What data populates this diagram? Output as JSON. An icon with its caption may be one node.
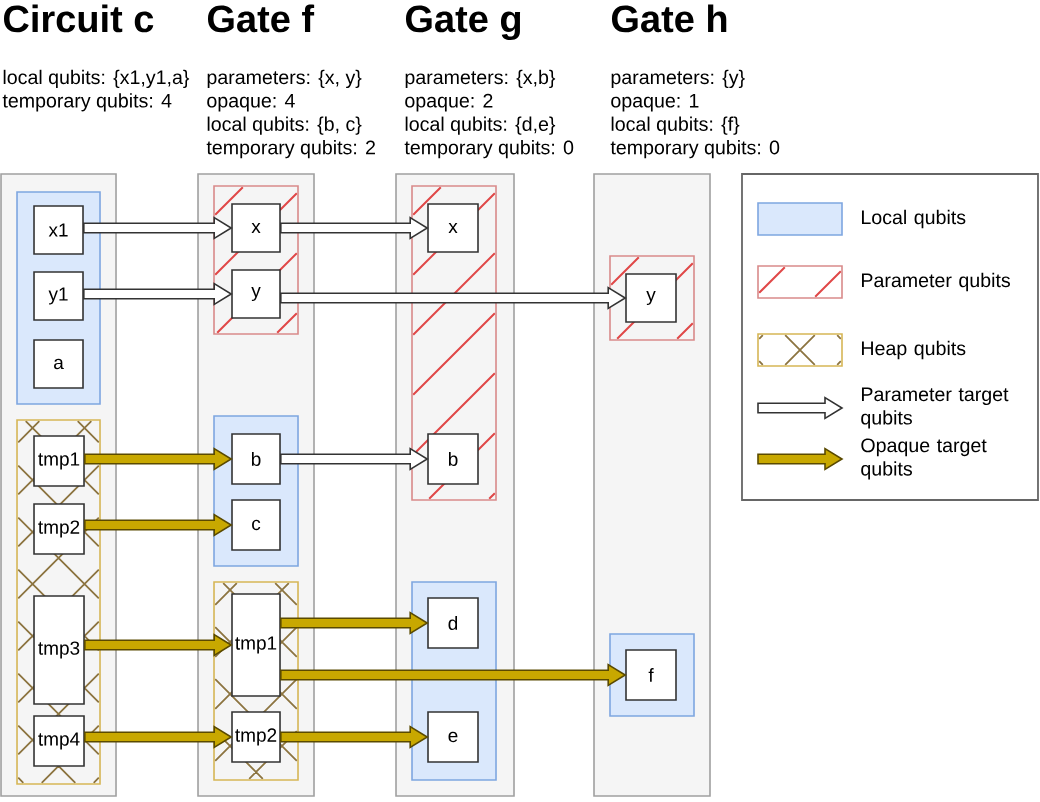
{
  "diagram": {
    "nodes": [
      {
        "text": [
          "Circuit c",
          "local qubits: {x1,y1,a}",
          "temporary qubits: 4"
        ]
      },
      {
        "text": [],
        "shape": "box",
        "in": 0
      },
      {
        "text": [
          "x1"
        ],
        "in": 1
      },
      {
        "text": [
          "y1"
        ],
        "in": 1
      },
      {
        "text": [
          "a"
        ],
        "in": 1
      },
      {
        "text": [],
        "shape": "box",
        "in": 0
      },
      {
        "text": [
          "tmp1"
        ],
        "in": 5
      },
      {
        "text": [
          "tmp2"
        ],
        "in": 5
      },
      {
        "text": [
          "tmp3"
        ],
        "in": 5
      },
      {
        "text": [
          "tmp4"
        ],
        "in": 5
      },
      {
        "text": [
          "Gate f",
          "parameters: {x, y}",
          "opaque: 4",
          "local qubits: {b, c}",
          "temporary qubits: 2"
        ]
      },
      {
        "text": [],
        "shape": "box",
        "in": 10
      },
      {
        "text": [
          "x"
        ],
        "in": 11
      },
      {
        "text": [
          "y"
        ],
        "in": 11
      },
      {
        "text": [],
        "shape": "box",
        "in": 10
      },
      {
        "text": [
          "b"
        ],
        "in": 14
      },
      {
        "text": [
          "c"
        ],
        "in": 14
      },
      {
        "text": [],
        "shape": "box",
        "in": 10
      },
      {
        "text": [
          "tmp1"
        ],
        "in": 17
      },
      {
        "text": [
          "tmp2"
        ],
        "in": 17
      },
      {
        "text": [
          "Gate g",
          "parameters: {x,b}",
          "opaque: 2",
          "local qubits: {d,e}",
          "temporary qubits: 0"
        ]
      },
      {
        "text": [],
        "shape": "box",
        "in": 20
      },
      {
        "text": [
          "x"
        ],
        "in": 21
      },
      {
        "text": [
          "b"
        ],
        "in": 21
      },
      {
        "text": [],
        "shape": "box",
        "in": 20
      },
      {
        "text": [
          "d"
        ],
        "in": 24
      },
      {
        "text": [
          "e"
        ],
        "in": 24
      },
      {
        "text": [
          "Gate h",
          "parameters: {y}",
          "opaque: 1",
          "local qubits: {f}",
          "temporary qubits: 0"
        ]
      },
      {
        "text": [],
        "shape": "box",
        "in": 27
      },
      {
        "text": [
          "y"
        ],
        "in": 28
      },
      {
        "text": [],
        "shape": "box",
        "in": 27
      },
      {
        "text": [
          "f"
        ],
        "in": 30
      }
    ],
    "edges": [
      {
        "from": 2,
        "to": 12,
        "arrow": "to",
        "color": "#ffffff"
      },
      {
        "from": 12,
        "to": 22,
        "arrow": "to",
        "color": "#ffffff"
      },
      {
        "from": 3,
        "to": 13,
        "arrow": "to",
        "color": "#ffffff"
      },
      {
        "from": 13,
        "to": 29,
        "arrow": "to",
        "color": "#ffffff"
      },
      {
        "from": 6,
        "to": 15,
        "arrow": "to"
      },
      {
        "from": 15,
        "to": 23,
        "arrow": "to",
        "color": "#ffffff"
      },
      {
        "from": 7,
        "to": 16,
        "arrow": "to"
      },
      {
        "from": 8,
        "to": 18,
        "arrow": "to"
      },
      {
        "from": 18,
        "to": 25,
        "arrow": "to"
      },
      {
        "from": 18,
        "to": 31,
        "arrow": "to"
      },
      {
        "from": 9,
        "to": 19,
        "arrow": "to"
      },
      {
        "from": 19,
        "to": 26,
        "arrow": "to"
      }
    ],
    "legend": [
      {
        "text": "Local qubits",
        "color": "#dae8fc"
      },
      {
        "text": "Parameter qubits"
      },
      {
        "text": "Heap qubits"
      },
      {
        "text": "Parameter target qubits"
      },
      {
        "text": "Opaque target qubits"
      }
    ]
  }
}
